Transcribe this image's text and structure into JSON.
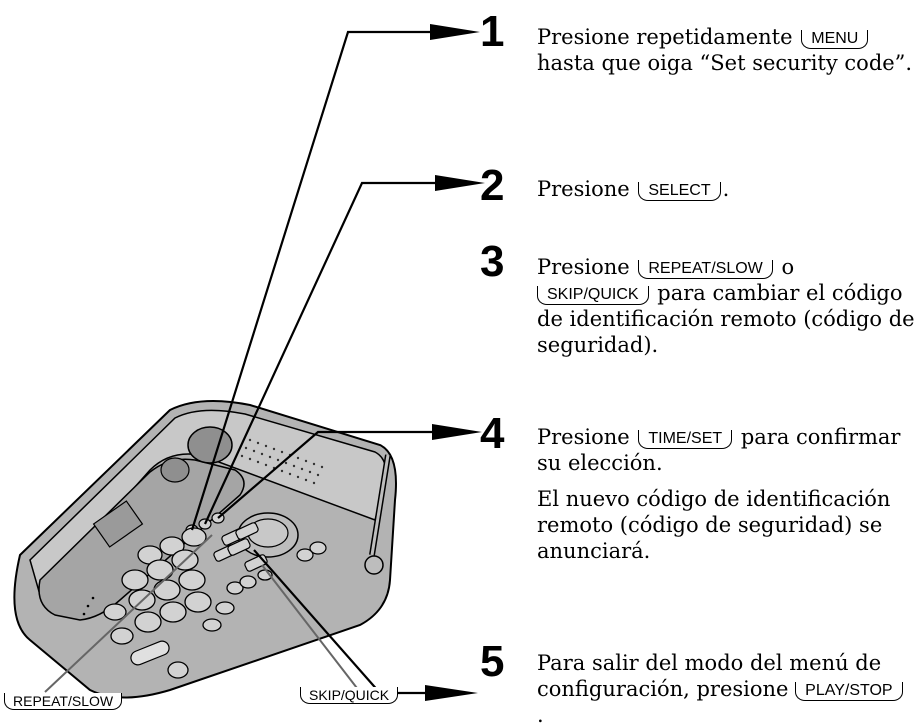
{
  "steps": [
    {
      "number": "1",
      "pre": "Presione repetidamente ",
      "key": "MENU",
      "post": "hasta que oiga “Set security code”."
    },
    {
      "number": "2",
      "pre": "Presione ",
      "key": "SELECT",
      "post": "."
    },
    {
      "number": "3",
      "pre": "Presione ",
      "key": "REPEAT/SLOW",
      "mid": " o ",
      "key2": "SKIP/QUICK",
      "post": " para cambiar el código de identificación remoto (código de seguridad)."
    },
    {
      "number": "4",
      "pre": "Presione ",
      "key": "TIME/SET",
      "post": " para confirmar su elección.",
      "note": "El nuevo código de identificación remoto (código de seguridad) se anunciará."
    },
    {
      "number": "5",
      "pre": "Para salir del modo del menú de configuración, presione ",
      "key": "PLAY/STOP",
      "post": "."
    }
  ],
  "callouts": {
    "left": "REPEAT/SLOW",
    "right": "SKIP/QUICK"
  }
}
